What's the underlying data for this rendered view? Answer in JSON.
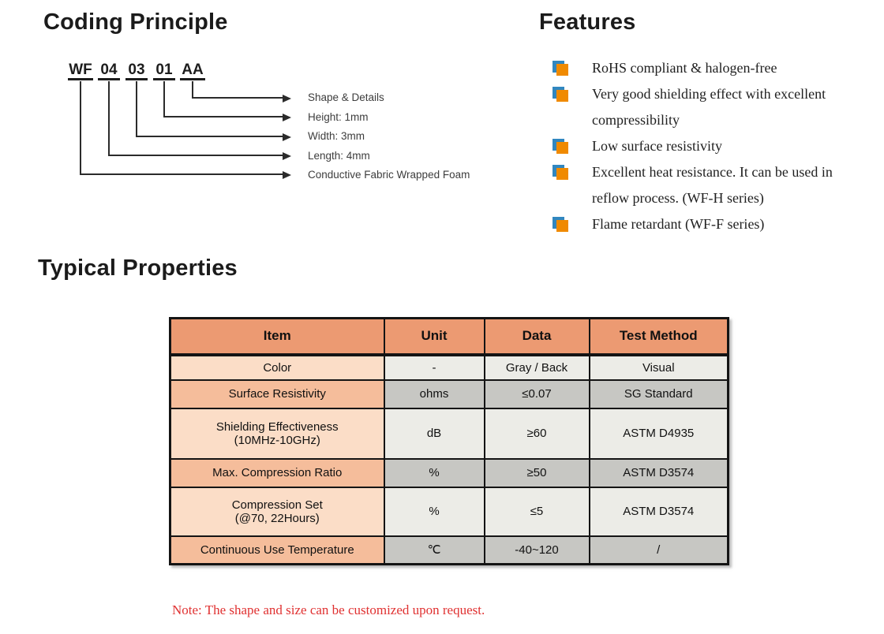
{
  "coding": {
    "title": "Coding Principle",
    "code_segments": [
      "WF",
      "04",
      "03",
      "01",
      "AA"
    ],
    "labels": [
      "Shape & Details",
      "Height: 1mm",
      "Width: 3mm",
      "Length: 4mm",
      "Conductive Fabric Wrapped Foam"
    ]
  },
  "features": {
    "title": "Features",
    "items": [
      "RoHS compliant & halogen-free",
      "Very good shielding effect with excellent compressibility",
      "Low surface resistivity",
      "Excellent heat resistance. It can be used in reflow process. (WF-H series)",
      "Flame retardant (WF-F series)"
    ]
  },
  "properties": {
    "title": "Typical Properties",
    "table": {
      "headers": [
        "Item",
        "Unit",
        "Data",
        "Test Method"
      ],
      "rows": [
        {
          "item": "Color",
          "unit": "-",
          "data": "Gray / Back",
          "test_method": "Visual"
        },
        {
          "item": "Surface Resistivity",
          "unit": "ohms",
          "data": "≤0.07",
          "test_method": "SG Standard"
        },
        {
          "item": "Shielding Effectiveness\n(10MHz-10GHz)",
          "unit": "dB",
          "data": "≥60",
          "test_method": "ASTM D4935"
        },
        {
          "item": "Max. Compression Ratio",
          "unit": "%",
          "data": "≥50",
          "test_method": "ASTM D3574"
        },
        {
          "item": "Compression Set\n(@70, 22Hours)",
          "unit": "%",
          "data": "≤5",
          "test_method": "ASTM D3574"
        },
        {
          "item": "Continuous Use Temperature",
          "unit": "℃",
          "data": "-40~120",
          "test_method": "/"
        }
      ]
    },
    "note": "Note: The shape and size can be customized upon request."
  },
  "colors": {
    "table_header_bg": "#EC9A72",
    "item_cell_light": "#FBDDC7",
    "item_cell_dark": "#F5BD9B",
    "value_cell_light": "#ECECE7",
    "value_cell_dark": "#C7C7C3",
    "bullet_orange": "#F08A00",
    "bullet_blue": "#3187C0",
    "note_red": "#E03131"
  }
}
